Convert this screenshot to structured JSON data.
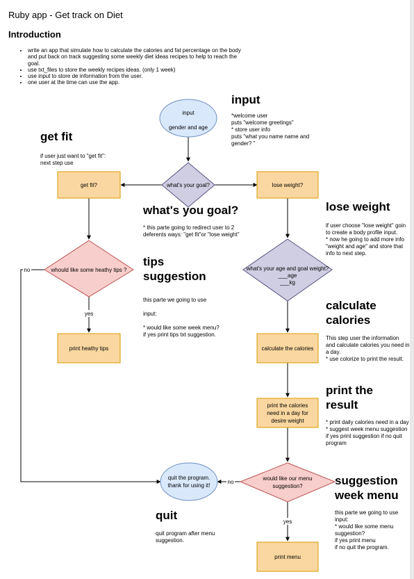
{
  "page": {
    "title": "Ruby app - Get track on Diet",
    "intro_heading": "Introduction",
    "intro_items": [
      "write an app that simulate how to calculate the calories and fat percentage on the body and put back on track suggesting some weekly diet ideas recipes to help to reach the goal.",
      "use txt_files to store the weekly recipes ideas. (only 1 week)",
      "use input to store de information from the user.",
      "one user at the time can use the app."
    ]
  },
  "nodes": {
    "input_ellipse": {
      "line1": "input",
      "line2": "gender and age"
    },
    "goal_diamond": "what's your goal?",
    "get_fit_box": "get fit?",
    "lose_weight_box": "lose weight?",
    "tips_diamond": "whould like some heathy tips ?",
    "age_diamond": {
      "line1": "what's your age and goal weight?",
      "line2": "___age",
      "line3": "___kg"
    },
    "heathy_box": "print heathy tips",
    "calc_box": "calculate the calories",
    "print_cal_box": {
      "line1": "print the calories",
      "line2": "need in a day for",
      "line3": "desire weight"
    },
    "menu_diamond": {
      "line1": "would like our menu",
      "line2": "suggestion?"
    },
    "quit_ellipse": {
      "line1": "quit the program.",
      "line2": "thank for using it!"
    },
    "menu_box": "print menu"
  },
  "edge_labels": {
    "no_left": "no",
    "yes_tips": "yes",
    "no_quit": "no",
    "yes_menu": "yes"
  },
  "notes": {
    "input": {
      "heading": "input",
      "text": "*welcome user\nputs \"welcome greetings\"\n* store user info\nputs \"what you name name and gender? \""
    },
    "get_fit": {
      "heading": "get fit",
      "text": "if user just want to \"get fit\":\nnext step use"
    },
    "goal": {
      "heading": "what's you goal?",
      "text": "* this parte going to redirect user to 2 deferents ways: \"get fit\"or \"lose weight\""
    },
    "lose_weight": {
      "heading": "lose weight",
      "text": "if user choose \"lose weight\" goin to create a body profile input.\n* now he going to add more info \"weight and age\" and store that info to next step."
    },
    "tips": {
      "heading": "tips suggestion",
      "text": "this parte we going to use\n\ninput:\n\n* would like some week menu?\nif yes print tips txt suggestion."
    },
    "calculate": {
      "heading": "calculate calories",
      "text": "This step user the information\n and calculate calories you need in a day.\n* use colorize to print the result."
    },
    "print_result": {
      "heading": "print the result",
      "text": "* print daily calories need in a day\n* suggest week menu suggestion\nif yes print suggestion if no quit program"
    },
    "quit": {
      "heading": "quit",
      "text": "quit program after menu suggestion."
    },
    "suggestion": {
      "heading": "suggestion week menu",
      "text": "this parte we going to use input:\n* would like some menu suggestion?\nif yes print menu\nif no quit the program."
    }
  },
  "colors": {
    "ellipse_fill": "#dae8fc",
    "ellipse_stroke": "#6c8ebf",
    "box_fill": "#fad7a0",
    "box_stroke": "#d79b00",
    "diamond_purple_fill": "#d0cee2",
    "diamond_purple_stroke": "#56517e",
    "diamond_pink_fill": "#f8cecc",
    "diamond_pink_stroke": "#b85450"
  }
}
